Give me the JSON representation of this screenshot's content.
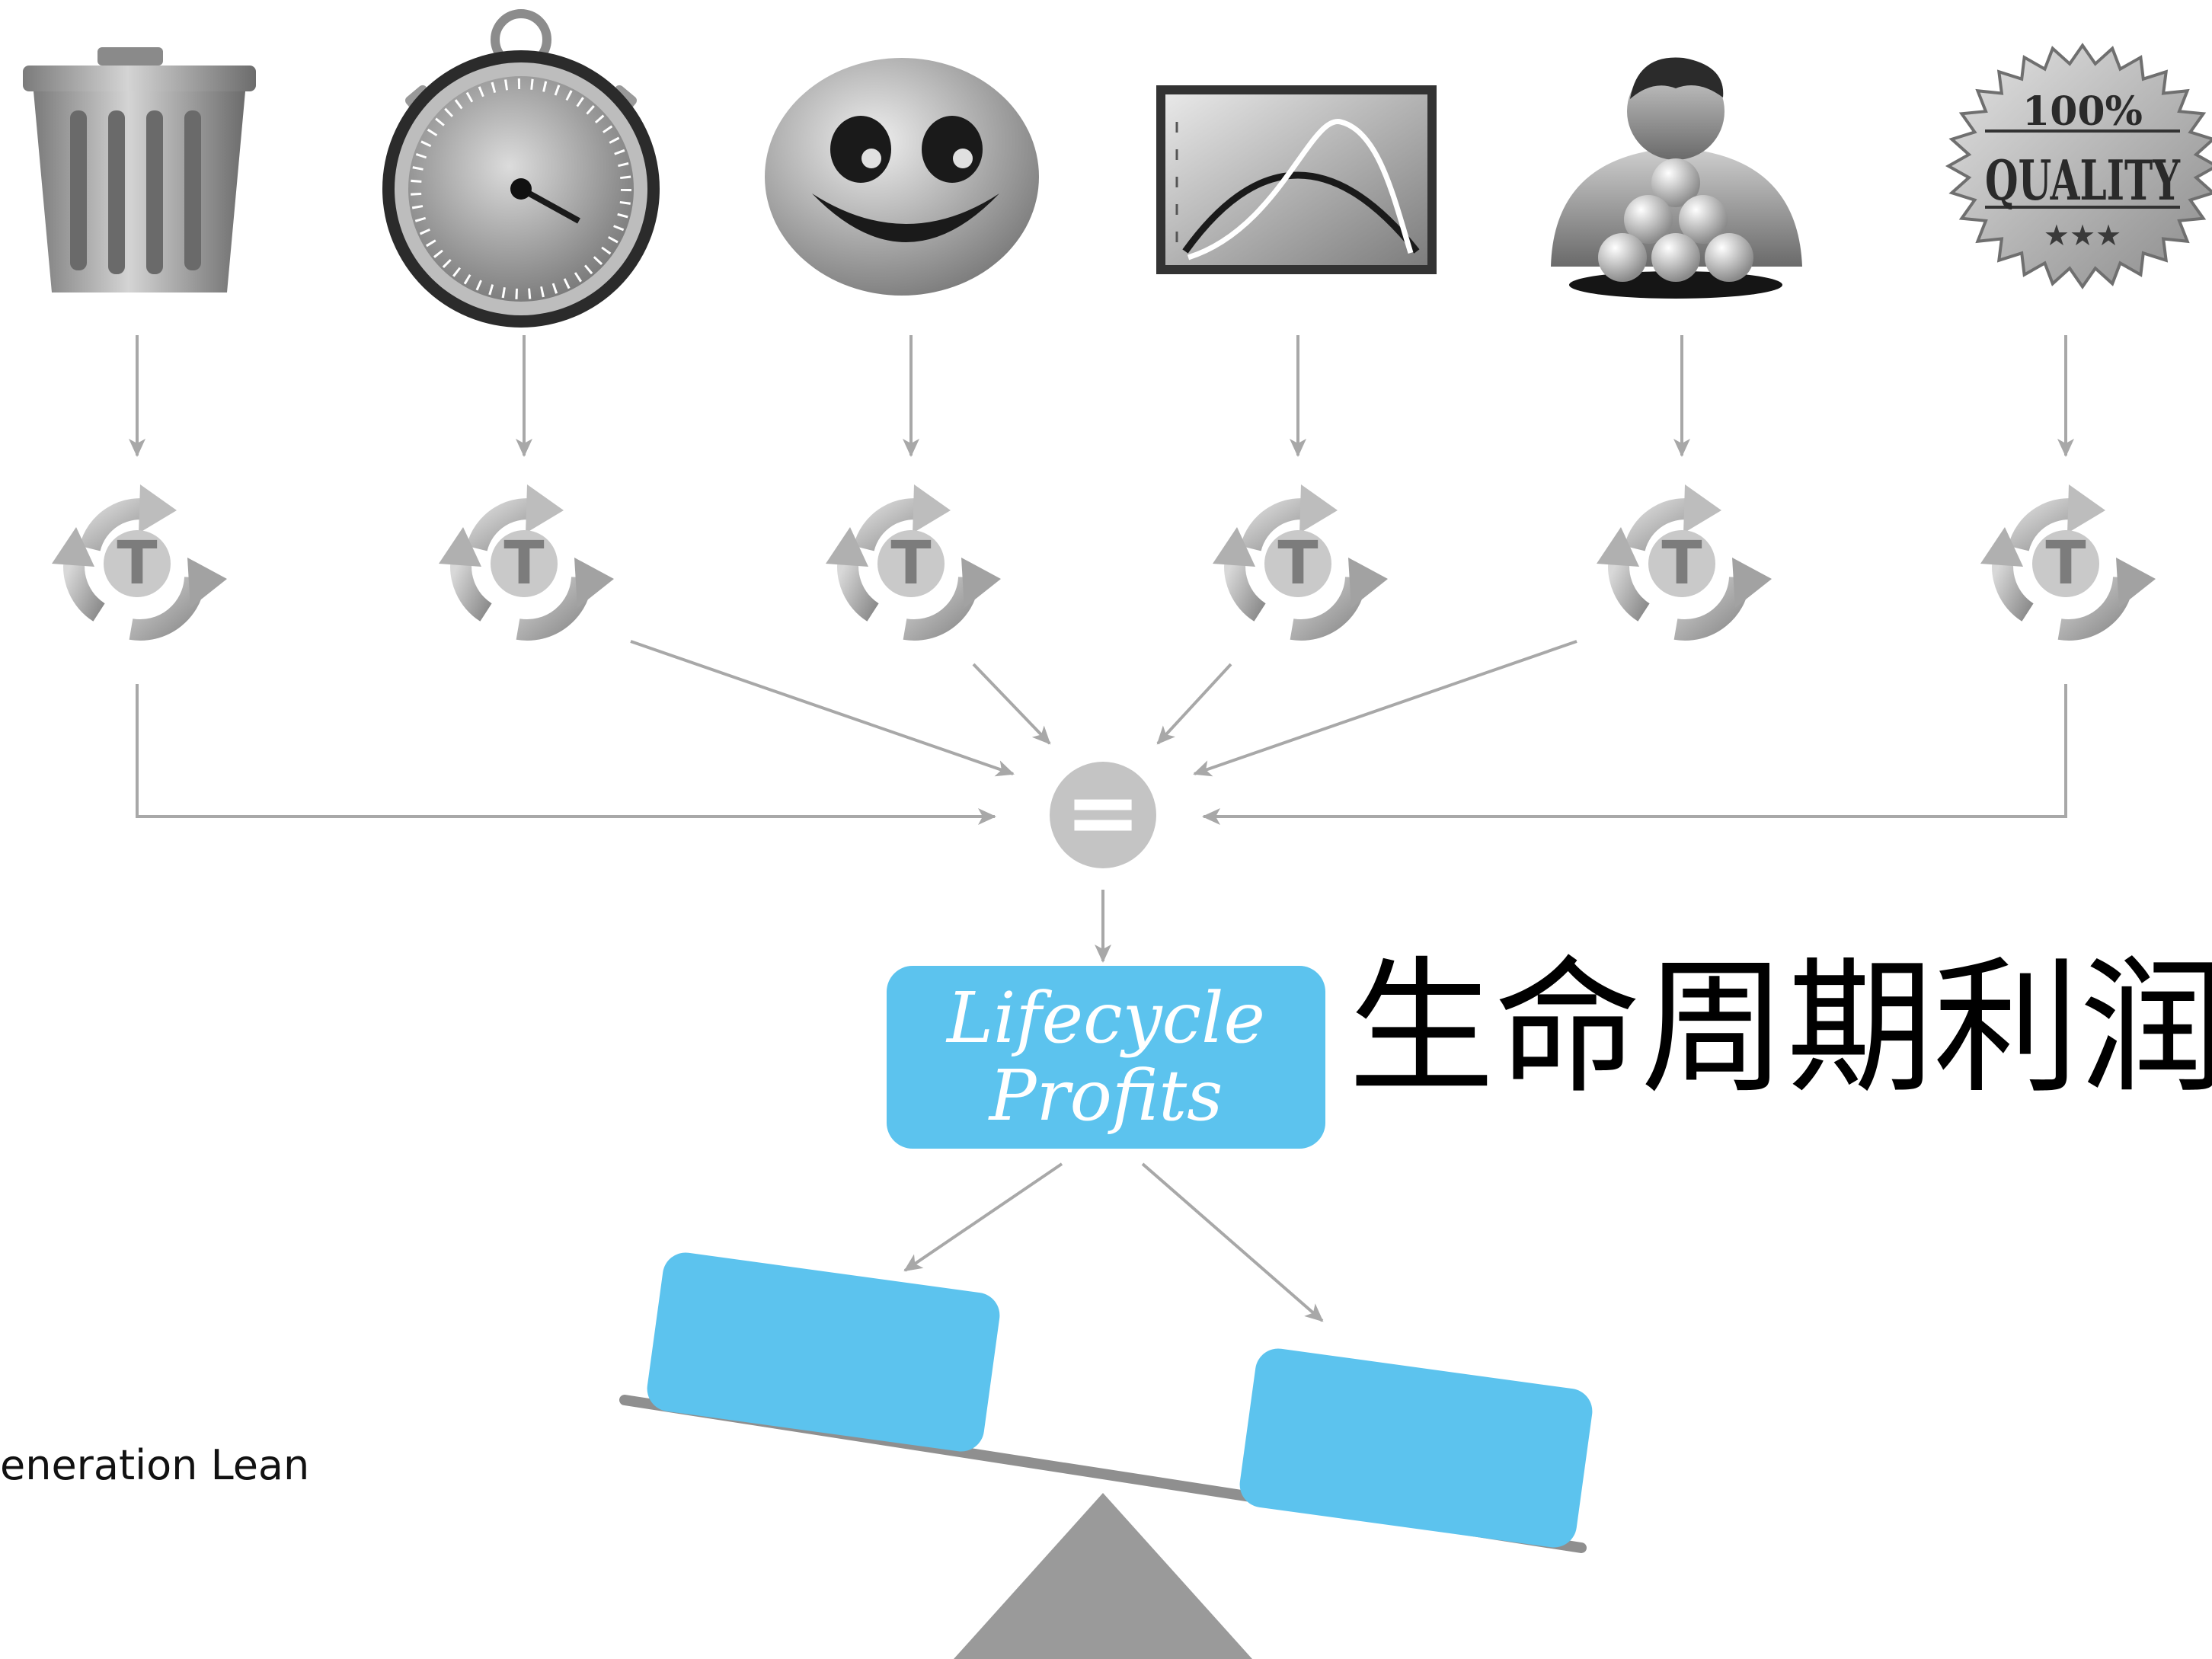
{
  "title_cn": "生命周期利润",
  "center_box": {
    "line1": "Lifecycle",
    "line2": "Profits"
  },
  "cycle_letter": "T",
  "equals_symbol": "=",
  "footer": "eneration Lean",
  "quality_badge": {
    "top": "100%",
    "middle": "QUALITY",
    "stars": "★★★"
  },
  "icons": [
    "trash-can-icon",
    "stopwatch-icon",
    "smiley-face-icon",
    "bell-curve-chart-icon",
    "person-with-balls-icon",
    "quality-badge-icon"
  ],
  "colors": {
    "accent_blue": "#5cc3ee",
    "arrow_gray": "#a8a8a8",
    "beam_gray": "#8f8f8f",
    "fulcrum_gray": "#9a9a9a"
  }
}
